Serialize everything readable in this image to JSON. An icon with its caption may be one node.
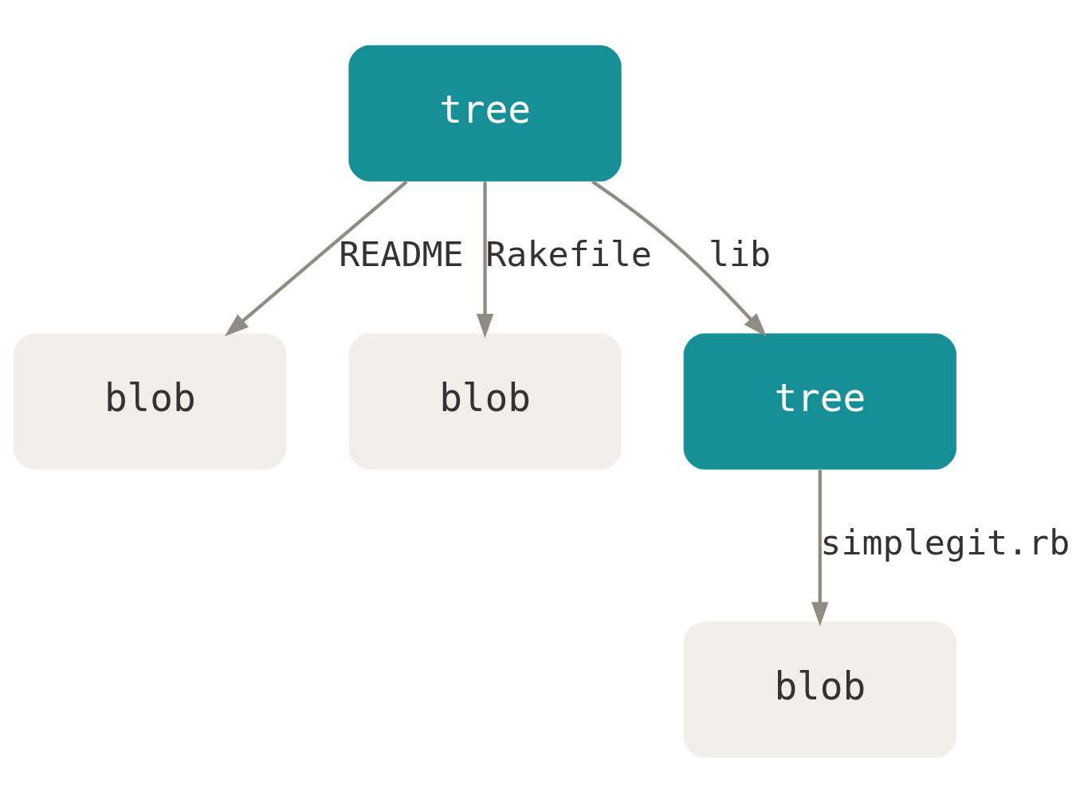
{
  "diagram": {
    "nodes": [
      {
        "text": [
          "tree"
        ]
      },
      {
        "text": [
          "blob"
        ]
      },
      {
        "text": [
          "blob"
        ]
      },
      {
        "text": [
          "tree"
        ]
      },
      {
        "text": [
          "blob"
        ]
      }
    ],
    "edges": [
      {
        "from": 0,
        "to": 1,
        "arrow": "to",
        "label": "README"
      },
      {
        "from": 0,
        "to": 2,
        "arrow": "to",
        "label": "Rakefile"
      },
      {
        "from": 0,
        "to": 3,
        "arrow": "to",
        "label": "lib"
      },
      {
        "from": 3,
        "to": 4,
        "arrow": "to",
        "label": "simplegit.rb"
      }
    ]
  }
}
